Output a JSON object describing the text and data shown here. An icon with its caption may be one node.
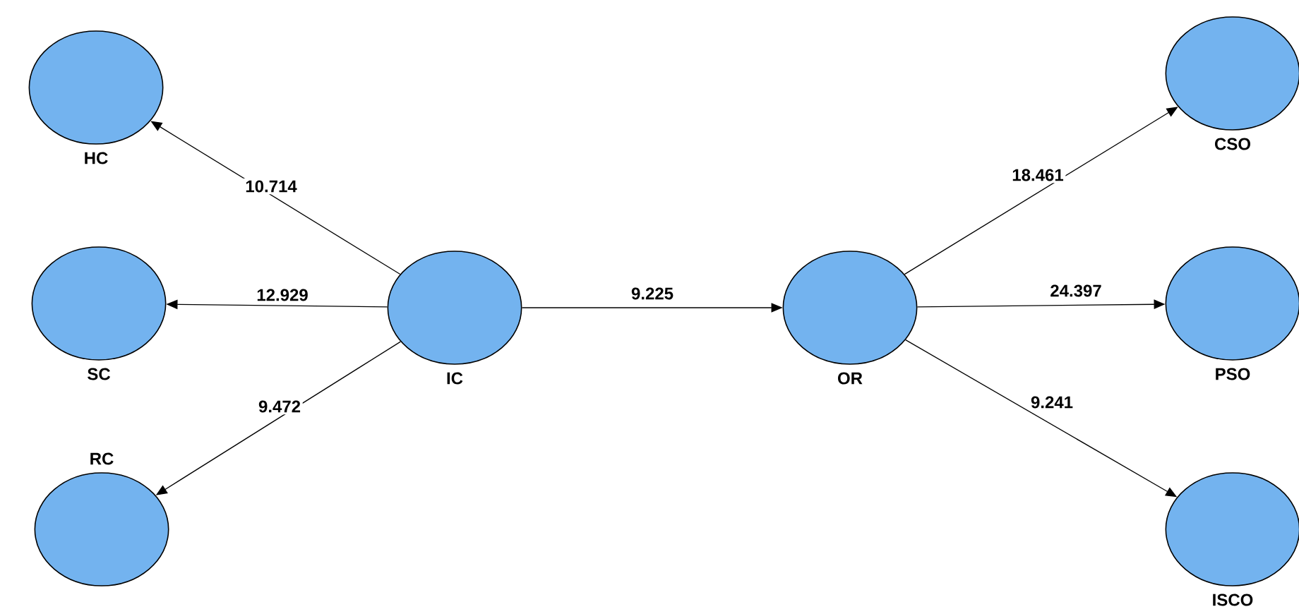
{
  "diagram": {
    "nodes": [
      {
        "text": [
          "HC"
        ]
      },
      {
        "text": [
          "SC"
        ]
      },
      {
        "text": [
          "RC"
        ]
      },
      {
        "text": [
          "IC"
        ]
      },
      {
        "text": [
          "OR"
        ]
      },
      {
        "text": [
          "CSO"
        ]
      },
      {
        "text": [
          "PSO"
        ]
      },
      {
        "text": [
          "ISCO"
        ]
      }
    ],
    "edges": [
      {
        "from": 3,
        "to": 0,
        "arrow": "to",
        "label": "10.714"
      },
      {
        "from": 3,
        "to": 1,
        "arrow": "to",
        "label": "12.929"
      },
      {
        "from": 3,
        "to": 2,
        "arrow": "to",
        "label": "9.472"
      },
      {
        "from": 3,
        "to": 4,
        "arrow": "to",
        "label": "9.225"
      },
      {
        "from": 4,
        "to": 5,
        "arrow": "to",
        "label": "18.461"
      },
      {
        "from": 4,
        "to": 6,
        "arrow": "to",
        "label": "24.397"
      },
      {
        "from": 4,
        "to": 7,
        "arrow": "to",
        "label": "9.241"
      }
    ]
  }
}
